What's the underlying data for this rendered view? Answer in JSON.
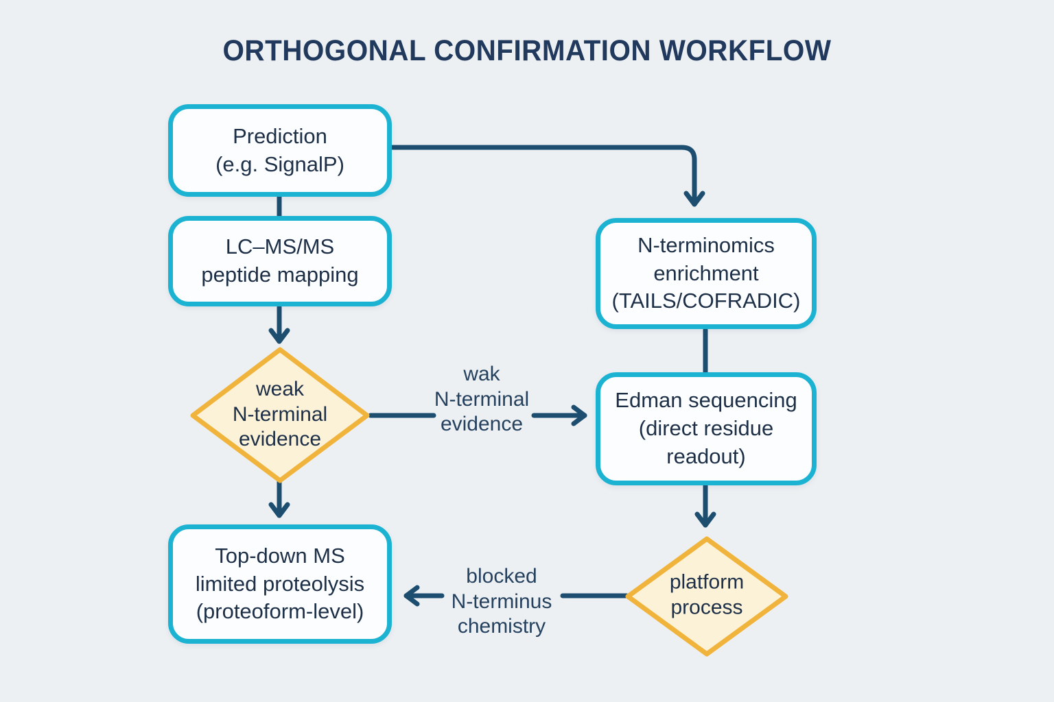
{
  "title": "ORTHOGONAL CONFIRMATION WORKFLOW",
  "nodes": {
    "prediction": "Prediction\n(e.g. SignalP)",
    "lcms": "LC–MS/MS\npeptide mapping",
    "nterminomics": "N-terminomics\nenrichment\n(TAILS/COFRADIC)",
    "edman": "Edman sequencing\n(direct residue\nreadout)",
    "topdown": "Top-down MS\nlimited proteolysis\n(proteoform-level)",
    "weak_decision": "weak\nN-terminal\nevidence",
    "platform_decision": "platform\nprocess"
  },
  "edge_labels": {
    "weak_to_edman": "wak\nN-terminal\nevidence",
    "platform_to_topdown": "blocked\nN-terminus\nchemistry"
  },
  "colors": {
    "background": "#edf0f3",
    "process_border": "#1cb3d2",
    "process_fill": "#fcfdfe",
    "decision_border": "#f0b43c",
    "decision_fill": "#fcf2d8",
    "connector": "#1d4e70",
    "title_text": "#21395c",
    "node_text": "#1d2f47"
  }
}
